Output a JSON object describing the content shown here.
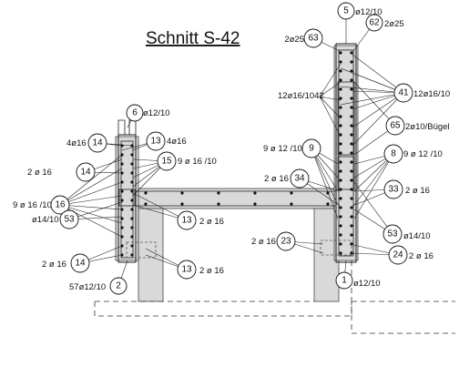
{
  "title": "Schnitt S-42",
  "callouts": [
    {
      "id": "c5",
      "num": "5",
      "label": "ø12/10"
    },
    {
      "id": "c62",
      "num": "62",
      "label": "2ø25"
    },
    {
      "id": "c63",
      "num": "63",
      "label": "2ø25"
    },
    {
      "id": "c1042",
      "num": "",
      "label": "12ø16/1042"
    },
    {
      "id": "c41",
      "num": "41",
      "label": "12ø16/10"
    },
    {
      "id": "c65",
      "num": "65",
      "label": "2ø10/Bügel"
    },
    {
      "id": "c9",
      "num": "9",
      "label": "9 ø 12 /10"
    },
    {
      "id": "c8",
      "num": "8",
      "label": "9 ø 12 /10"
    },
    {
      "id": "c34",
      "num": "34",
      "label": "2 ø 16"
    },
    {
      "id": "c33",
      "num": "33",
      "label": "2 ø 16"
    },
    {
      "id": "c23",
      "num": "23",
      "label": "2 ø 16"
    },
    {
      "id": "c53r",
      "num": "53",
      "label": "ø14/10"
    },
    {
      "id": "c24",
      "num": "24",
      "label": "2 ø 16"
    },
    {
      "id": "c1",
      "num": "1",
      "label": "ø12/10"
    },
    {
      "id": "c6",
      "num": "6",
      "label": "ø12/10"
    },
    {
      "id": "c14a",
      "num": "14",
      "label": "4ø16"
    },
    {
      "id": "c13a",
      "num": "13",
      "label": "4ø16"
    },
    {
      "id": "c14b",
      "num": "14",
      "label": "2 ø 16"
    },
    {
      "id": "c15",
      "num": "15",
      "label": "9 ø 16 /10"
    },
    {
      "id": "c16",
      "num": "16",
      "label": "9 ø 16 /10"
    },
    {
      "id": "c53l",
      "num": "53",
      "label": "ø14/10"
    },
    {
      "id": "c13b",
      "num": "13",
      "label": "2 ø 16"
    },
    {
      "id": "c13c",
      "num": "13",
      "label": "2 ø 16"
    },
    {
      "id": "c14c",
      "num": "14",
      "label": "2 ø 16"
    },
    {
      "id": "c2",
      "num": "2",
      "label": "57ø12/10"
    }
  ]
}
